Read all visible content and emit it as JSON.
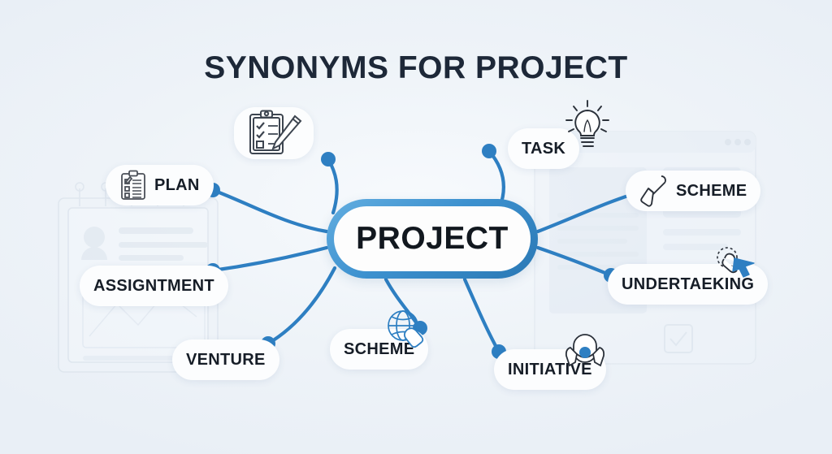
{
  "page": {
    "title": "SYNONYMS FOR PROJECT",
    "background_color": "#eef3f8",
    "accent_color": "#2e7fc2",
    "text_color": "#161d27"
  },
  "mindmap": {
    "center": {
      "label": "PROJECT",
      "border_color": "#3d91cf",
      "fill_color": "#fdfdfe"
    },
    "nodes": [
      {
        "id": "plan",
        "label": "PLAN",
        "icon": "clipboard-checklist-icon",
        "icon_side": "left",
        "icon_color": "#4a4f57"
      },
      {
        "id": "clipboard",
        "label": "",
        "icon": "clipboard-pen-icon",
        "icon_side": "only",
        "icon_color": "#3d4550"
      },
      {
        "id": "assignment",
        "label": "ASSIGNTMENT",
        "icon": "",
        "icon_side": "none",
        "icon_color": ""
      },
      {
        "id": "venture",
        "label": "VENTURE",
        "icon": "",
        "icon_side": "none",
        "icon_color": ""
      },
      {
        "id": "scheme_b",
        "label": "SCHEME",
        "icon": "globe-hand-icon",
        "icon_side": "float",
        "icon_color": "#2e7fc2"
      },
      {
        "id": "initiative",
        "label": "INITIATIVE",
        "icon": "teamwork-icon",
        "icon_side": "float",
        "icon_color": "#2e7fc2"
      },
      {
        "id": "task",
        "label": "TASK",
        "icon": "lightbulb-icon",
        "icon_side": "float",
        "icon_color": "#2b313a"
      },
      {
        "id": "scheme_r",
        "label": "SCHEME",
        "icon": "paintbrush-icon",
        "icon_side": "left",
        "icon_color": "#2b313a"
      },
      {
        "id": "undertaking",
        "label": "UNDERTAEKING",
        "icon": "cursor-click-icon",
        "icon_side": "float",
        "icon_color": "#2e7fc2"
      }
    ]
  },
  "background_decor": {
    "left_watermark": "notepad-document-watermark",
    "right_watermark": "browser-window-watermark"
  }
}
